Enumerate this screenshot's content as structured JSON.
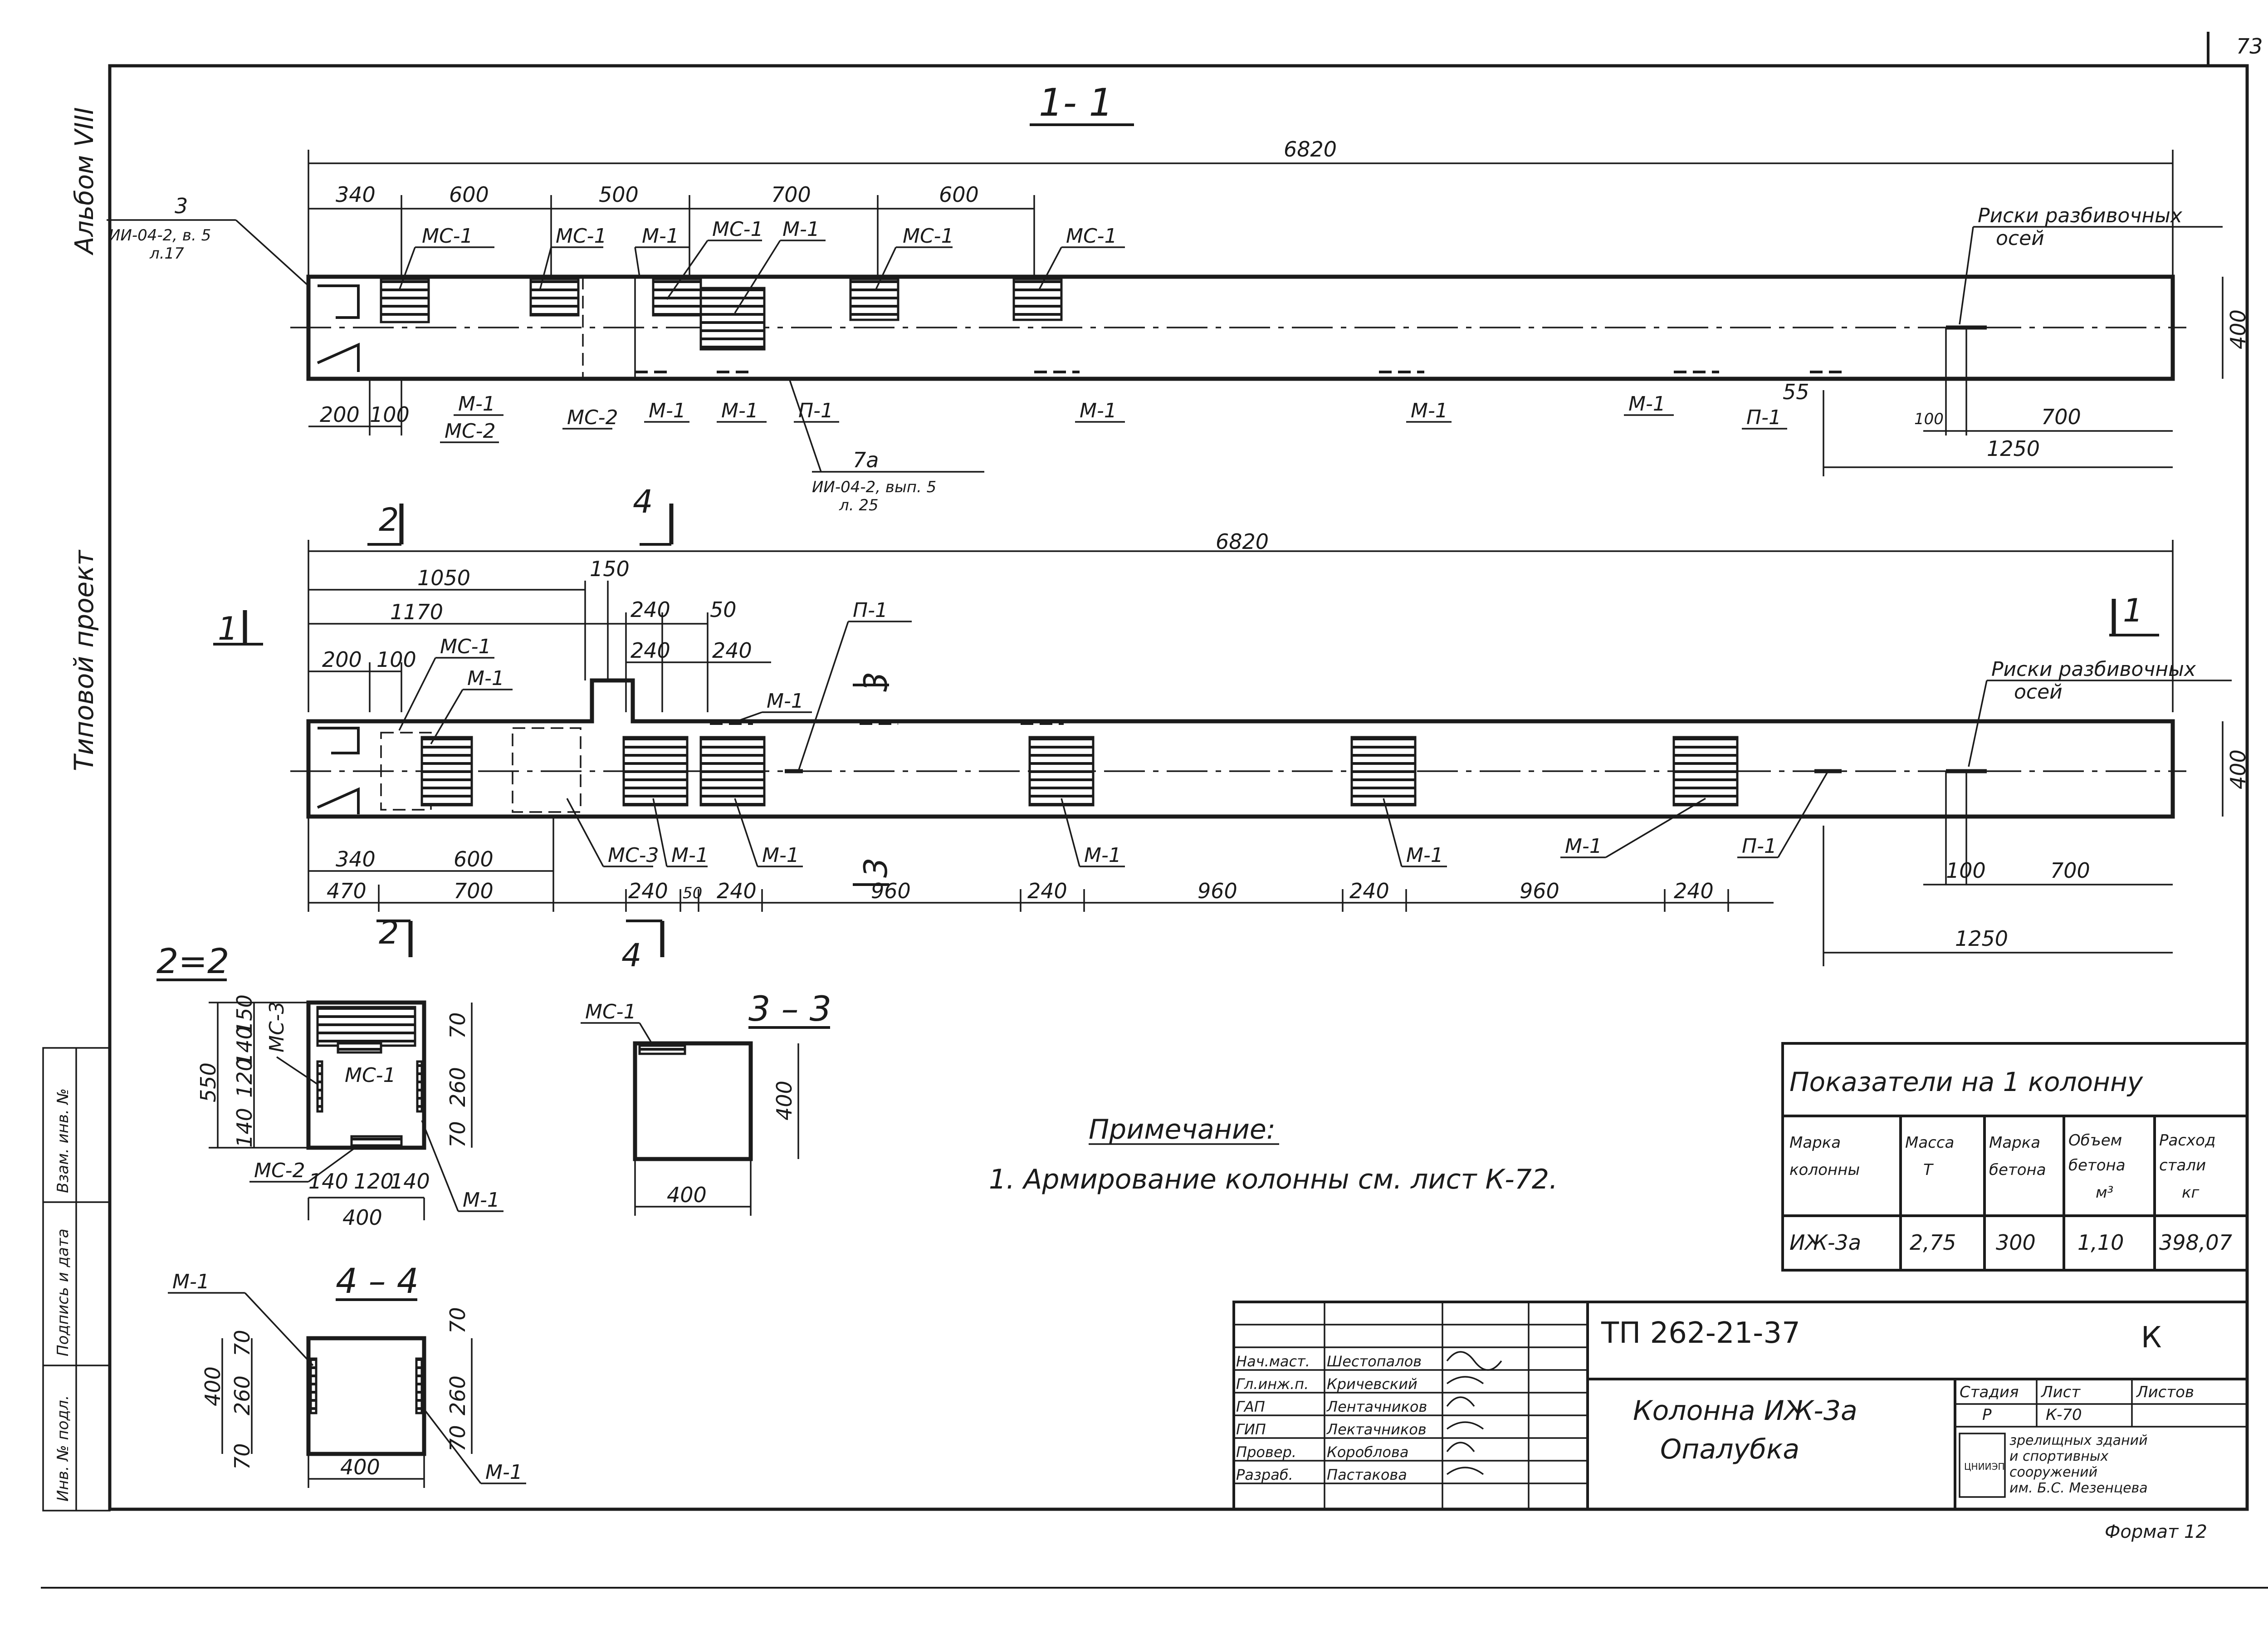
{
  "sheet_number": "73",
  "sidebar": {
    "album": "Альбом VIII",
    "project": "Типовой проект",
    "stamp_labels": [
      "Инв. № подл.",
      "Подпись и дата",
      "Взам. инв. №"
    ]
  },
  "section_1": {
    "title": "1- 1",
    "overall": "6820",
    "top_dims": [
      "340",
      "600",
      "500",
      "700",
      "600"
    ],
    "bottom_dims": [
      "200",
      "100"
    ],
    "right_dims": [
      "55",
      "100",
      "700",
      "1250"
    ],
    "height": "400",
    "ref_3_num": "3",
    "ref_3_text": "ИИ-04-2, в. 5",
    "ref_3_sheet": "л.17",
    "ref_7a_num": "7а",
    "ref_7a_text": "ИИ-04-2, вып. 5",
    "ref_7a_sheet": "л. 25",
    "marks_top": [
      "МС-1",
      "МС-1",
      "М-1",
      "МС-1",
      "М-1",
      "МС-1",
      "МС-1"
    ],
    "marks_bottom": [
      "М-1",
      "МС-2",
      "МС-2",
      "М-1",
      "М-1",
      "П-1",
      "М-1",
      "М-1",
      "М-1",
      "П-1"
    ],
    "risk_label_1": "Риски разбивочных",
    "risk_label_2": "осей"
  },
  "plan": {
    "overall": "6820",
    "dims_top": [
      "1050",
      "150",
      "1170",
      "240",
      "50",
      "240",
      "240",
      "200",
      "100"
    ],
    "dims_bottom_1": [
      "340",
      "600"
    ],
    "dims_bottom_2": [
      "470",
      "700",
      "240",
      "50",
      "240",
      "960",
      "240",
      "960",
      "240",
      "960",
      "240"
    ],
    "right_dims": [
      "100",
      "700",
      "1250"
    ],
    "height": "400",
    "cut_2": "2",
    "cut_4": "4",
    "cut_3": "3",
    "cut_1": "1",
    "marks": [
      "МС-1",
      "М-1",
      "М-1",
      "П-1",
      "МС-3",
      "М-1",
      "М-1",
      "М-1",
      "М-1",
      "М-1",
      "П-1"
    ],
    "risk_label_1": "Риски разбивочных",
    "risk_label_2": "осей"
  },
  "sec_2_2": {
    "title": "2=2",
    "dims_v": [
      "550",
      "140",
      "120",
      "140",
      "150",
      "260",
      "70",
      "70"
    ],
    "dims_h": [
      "140",
      "120",
      "140",
      "400"
    ],
    "marks": [
      "МС-3",
      "МС-1",
      "МС-2",
      "М-1"
    ]
  },
  "sec_3_3": {
    "title": "3 – 3",
    "mark": "МС-1",
    "w": "400",
    "h": "400"
  },
  "sec_4_4": {
    "title": "4 – 4",
    "dims_v": [
      "400",
      "260",
      "70",
      "70",
      "260",
      "70",
      "70"
    ],
    "w": "400",
    "marks": [
      "М-1",
      "М-1"
    ]
  },
  "note": {
    "title": "Примечание:",
    "text": "1. Армирование колонны см. лист К-72."
  },
  "indicators": {
    "title": "Показатели на 1 колонну",
    "headers": [
      [
        "Марка",
        "колонны"
      ],
      [
        "Масса",
        "Т"
      ],
      [
        "Марка",
        "бетона"
      ],
      [
        "Объем",
        "бетона",
        "м³"
      ],
      [
        "Расход",
        "стали",
        "кг"
      ]
    ],
    "row": [
      "ИЖ-3а",
      "2,75",
      "300",
      "1,10",
      "398,07"
    ]
  },
  "title_block": {
    "code": "ТП 262-21-37",
    "letter": "К",
    "name_1": "Колонна ИЖ-3а",
    "name_2": "Опалубка",
    "roles": [
      "Нач.маст.",
      "Гл.инж.п.",
      "ГАП",
      "ГИП",
      "Провер.",
      "Разраб."
    ],
    "people": [
      "Шестопалов",
      "Кричевский",
      "Лентачников",
      "Лектачников",
      "Короблова",
      "Пастакова"
    ],
    "stage_h": "Стадия",
    "sheet_h": "Лист",
    "sheets_h": "Листов",
    "stage": "Р",
    "sheet": "К-70",
    "org_logo": "ЦНИИЭП",
    "org_1": "зрелищных зданий",
    "org_2": "и спортивных",
    "org_3": "сооружений",
    "org_4": "им. Б.С. Мезенцева",
    "format": "Формат 12"
  }
}
